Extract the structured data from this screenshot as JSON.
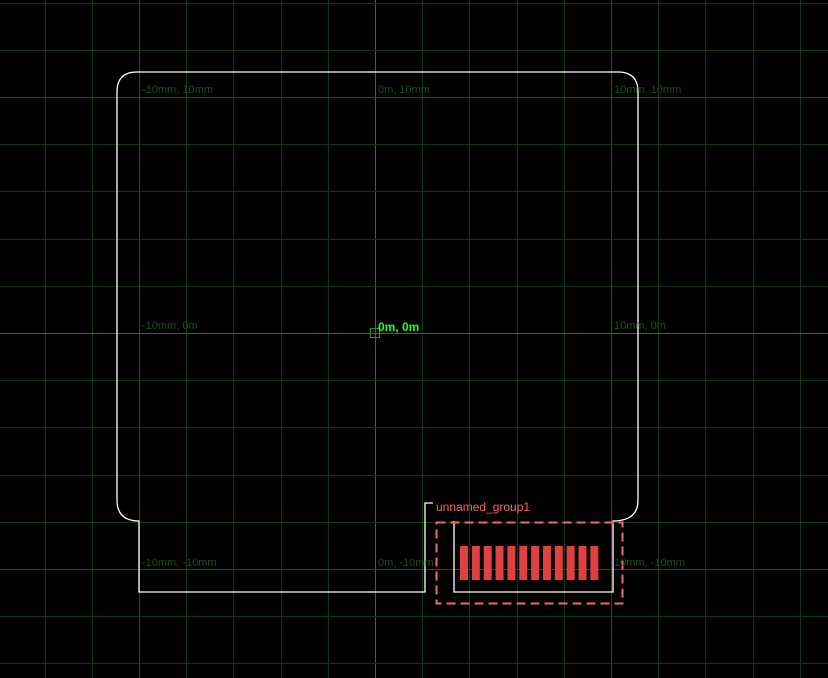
{
  "viewer": {
    "origin_label": "0m, 0m",
    "coordinate_labels": [
      "-10mm, 10mm",
      "0m, 10mm",
      "10mm, 10mm",
      "-10mm, 0m",
      "10mm, 0m",
      "-10mm, -10mm",
      "0m, -10mm",
      "10mm, -10mm"
    ],
    "group_label": "unnamed_group1",
    "pad_count": 12,
    "colors": {
      "background": "#000000",
      "grid": "#0f3a0f",
      "axis": "#1f7a1f",
      "outline": "#ffffff",
      "pad": "#e04040",
      "group": "#f06a6a",
      "origin": "#22ff22"
    }
  }
}
